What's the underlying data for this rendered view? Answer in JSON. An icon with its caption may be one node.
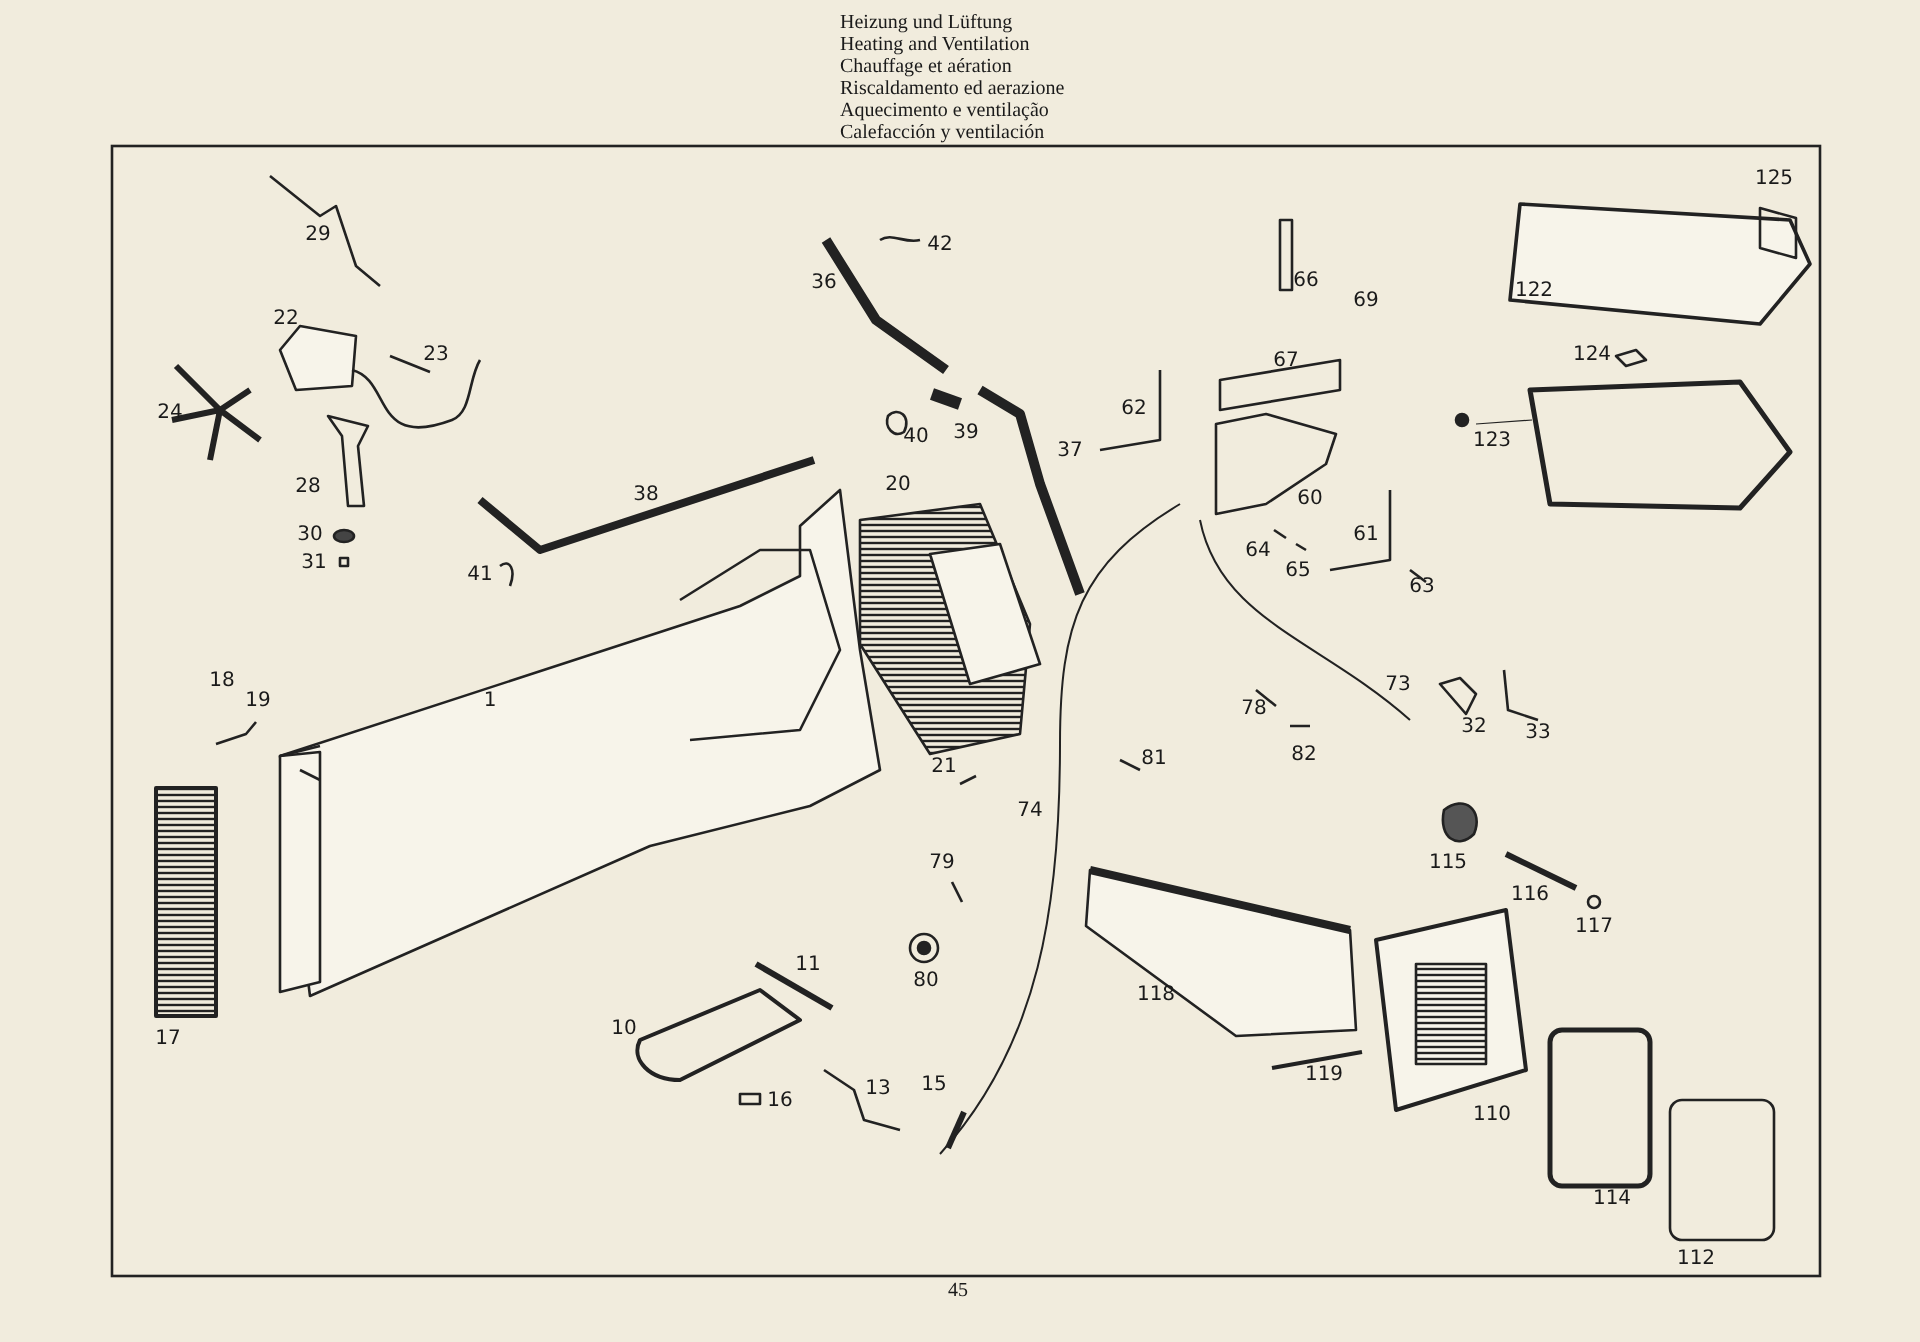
{
  "diagram": {
    "labels": [
      "Heizung und Lüftung",
      "Heating and Ventilation",
      "Chauffage et aération",
      "Riscaldamento ed aerazione",
      "Aquecimento e ventilação",
      "Calefacción y ventilación",
      "125",
      "29",
      "42",
      "66",
      "122",
      "36",
      "69",
      "22",
      "124",
      "23",
      "67",
      "62",
      "24",
      "39",
      "40",
      "123",
      "37",
      "20",
      "28",
      "38",
      "60",
      "30",
      "61",
      "64",
      "31",
      "65",
      "41",
      "63",
      "18",
      "73",
      "19",
      "1",
      "78",
      "32",
      "33",
      "82",
      "81",
      "21",
      "74",
      "115",
      "79",
      "116",
      "117",
      "11",
      "80",
      "118",
      "10",
      "17",
      "119",
      "15",
      "13",
      "16",
      "110",
      "114",
      "112",
      "45"
    ]
  }
}
